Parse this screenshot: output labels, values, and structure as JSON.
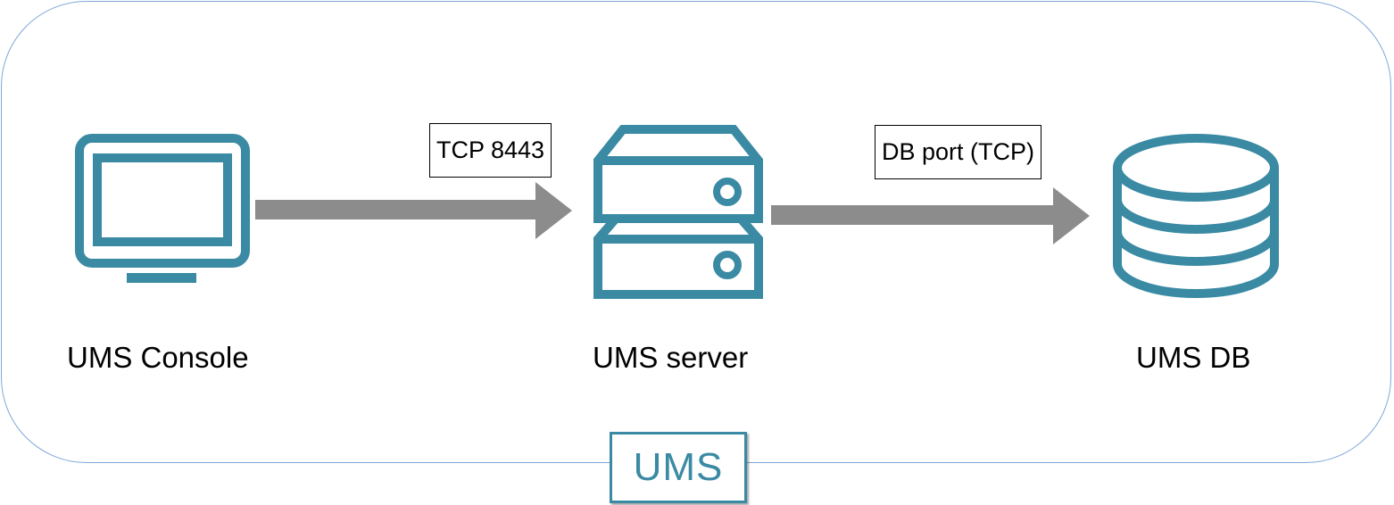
{
  "colors": {
    "icon": "#3a8aa3",
    "arrow": "#8c8c8c",
    "frame": "#7fa7d9"
  },
  "nodes": {
    "console": {
      "label": "UMS Console",
      "icon": "monitor-icon"
    },
    "server": {
      "label": "UMS server",
      "icon": "server-icon"
    },
    "db": {
      "label": "UMS DB",
      "icon": "database-icon"
    }
  },
  "edges": {
    "console_to_server": {
      "label": "TCP 8443"
    },
    "server_to_db": {
      "label": "DB port (TCP)"
    }
  },
  "badge": {
    "label": "UMS"
  }
}
